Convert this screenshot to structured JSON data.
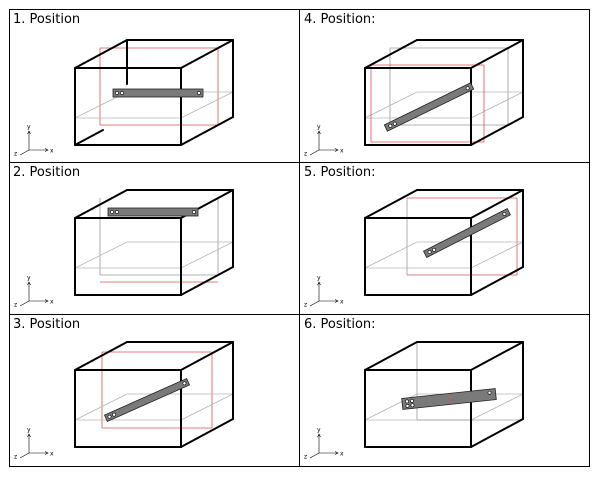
{
  "panels": [
    {
      "title": "1. Position"
    },
    {
      "title": "4. Position:"
    },
    {
      "title": "2. Position"
    },
    {
      "title": "5. Position:"
    },
    {
      "title": "3. Position"
    },
    {
      "title": "6. Position:"
    }
  ],
  "axis_labels": {
    "x": "x",
    "y": "y",
    "z": "z"
  },
  "colors": {
    "frame": "#000000",
    "inner_red": "#d9534f",
    "inner_gray": "#9a9a9a",
    "bar_fill": "#7a7a7a",
    "bar_stroke": "#222222"
  }
}
